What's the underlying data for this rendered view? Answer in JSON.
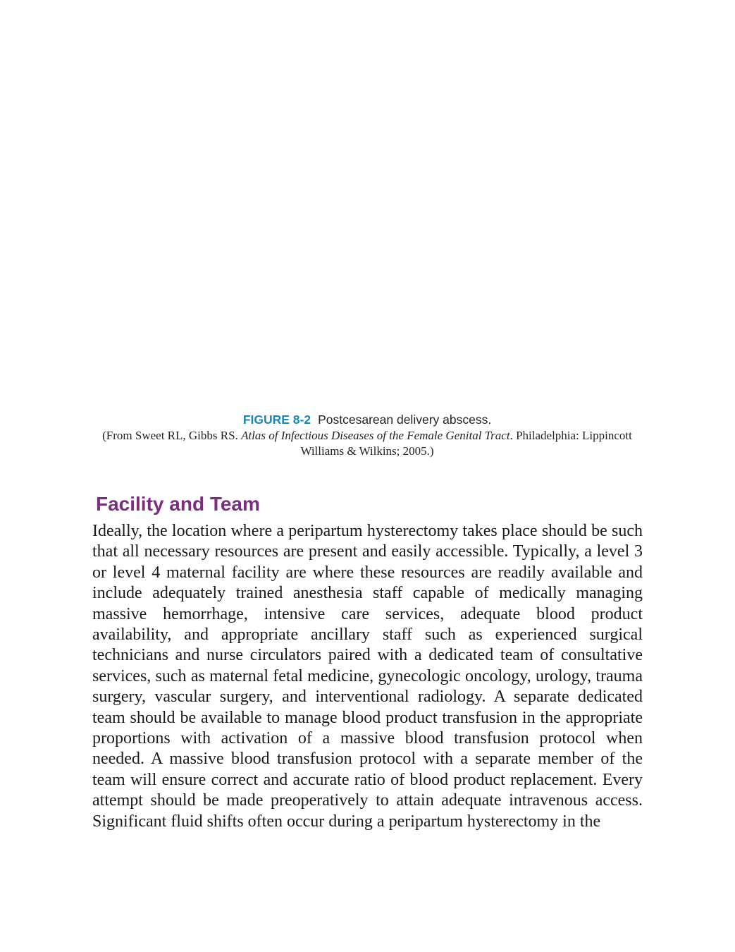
{
  "figure": {
    "label": "FIGURE 8-2",
    "title": "Postcesarean delivery abscess.",
    "credit_prefix": "(From Sweet RL, Gibbs RS. ",
    "credit_book": "Atlas of Infectious Diseases of the Female Genital Tract",
    "credit_suffix": ". Philadelphia: Lippincott Williams & Wilkins; 2005.)"
  },
  "section": {
    "heading": "Facility and Team",
    "body": "Ideally, the location where a peripartum hysterectomy takes place should be such that all necessary resources are present and easily accessible. Typically, a level 3 or level 4 maternal facility are where these resources are readily available and include adequately trained anesthesia staff capable of medically managing massive hemorrhage, intensive care services, adequate blood product availability, and appropriate ancillary staff such as experienced surgical technicians and nurse circulators paired with a dedicated team of consultative services, such as maternal fetal medicine, gynecologic oncology, urology, trauma surgery, vascular surgery, and interventional radiology. A separate dedicated team should be available to manage blood product transfusion in the appropriate proportions with activation of a massive blood transfusion protocol when needed. A massive blood transfusion protocol with a separate member of the team will ensure correct and accurate ratio of blood product replacement. Every attempt should be made preoperatively to attain adequate intravenous access. Significant fluid shifts often occur during a peripartum hysterectomy in the"
  }
}
